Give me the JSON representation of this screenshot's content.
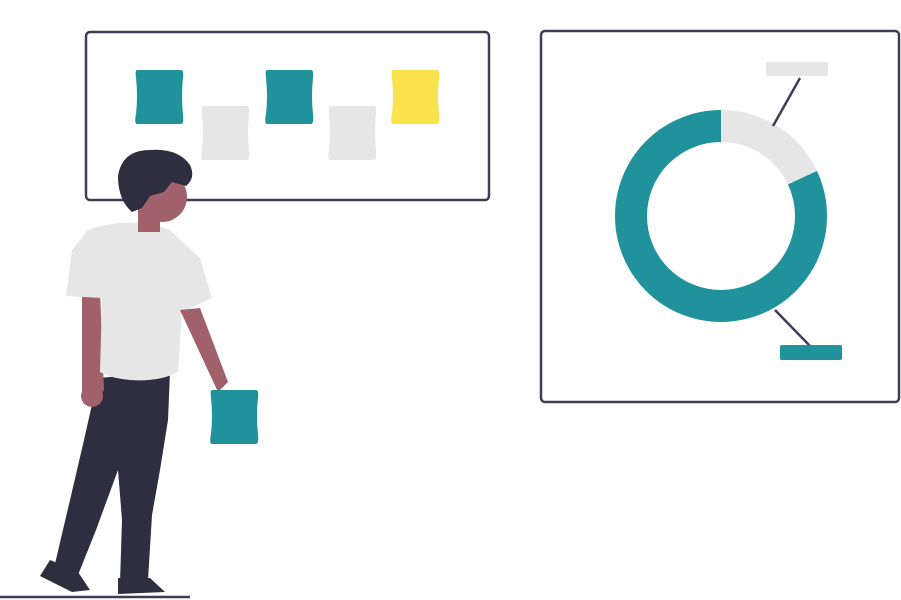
{
  "illustration": {
    "subject": "person-viewing-boards",
    "colors": {
      "outline": "#3f3d56",
      "teal": "#1f929b",
      "light_gray": "#e6e6e6",
      "yellow": "#f9e24c",
      "skin": "#a0616a",
      "hair": "#2f2e41",
      "pants": "#2f2e41",
      "shirt": "#e6e6e6"
    },
    "kanban_board": {
      "notes": [
        {
          "color": "teal",
          "icon": "sticky-note-icon"
        },
        {
          "color": "light_gray",
          "icon": "sticky-note-icon"
        },
        {
          "color": "teal",
          "icon": "sticky-note-icon"
        },
        {
          "color": "light_gray",
          "icon": "sticky-note-icon"
        },
        {
          "color": "yellow",
          "icon": "sticky-note-icon"
        }
      ]
    },
    "donut_chart": {
      "segments": [
        {
          "color": "light_gray",
          "fraction": 0.18
        },
        {
          "color": "teal",
          "fraction": 0.82
        }
      ]
    }
  }
}
